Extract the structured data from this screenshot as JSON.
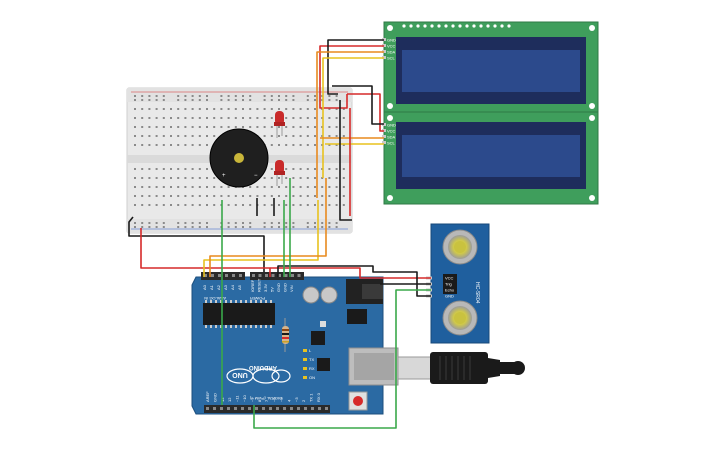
{
  "arduino": {
    "brand_label": "ARDUINO",
    "model_label": "UNO",
    "analog_header_label": "ANALOG IN",
    "power_header_label": "POWER",
    "digital_header_label": "DIGITAL (PWM ~)",
    "analog_pins": [
      "A0",
      "A1",
      "A2",
      "A3",
      "A4",
      "A5"
    ],
    "power_pins": [
      "IOREF",
      "RESET",
      "3.3V",
      "5V",
      "GND",
      "GND",
      "VIN"
    ],
    "digital_pins": [
      "AREF",
      "GND",
      "13",
      "12",
      "~11",
      "~10",
      "~9",
      "8",
      "7",
      "~6",
      "~5",
      "4",
      "~3",
      "2",
      "TX 1",
      "RX 0"
    ],
    "led_labels": [
      "L",
      "TX",
      "RX",
      "ON"
    ]
  },
  "lcd_top": {
    "pin_labels": [
      "GND",
      "VCC",
      "SDA",
      "SCL"
    ]
  },
  "lcd_bottom": {
    "pin_labels": [
      "GND",
      "VCC",
      "SDA",
      "SCL"
    ]
  },
  "ultrasonic": {
    "model_label": "HC-SR04",
    "pin_labels": [
      "VCC",
      "Trig",
      "Echo",
      "GND"
    ]
  },
  "buzzer": {
    "plus_label": "+",
    "minus_label": "−"
  },
  "colors": {
    "arduino_board": "#2b6aa3",
    "lcd_board": "#3f9e5c",
    "lcd_screen": "#1e2d5c",
    "sensor_board": "#1f5f9e",
    "breadboard": "#e9e9e9",
    "wire_red": "#d62a2a",
    "wire_black": "#1a1a1a",
    "wire_yellow": "#e8c21f",
    "wire_orange": "#e88a1f",
    "wire_green": "#3aa84a",
    "led_red": "#c92a2a"
  }
}
